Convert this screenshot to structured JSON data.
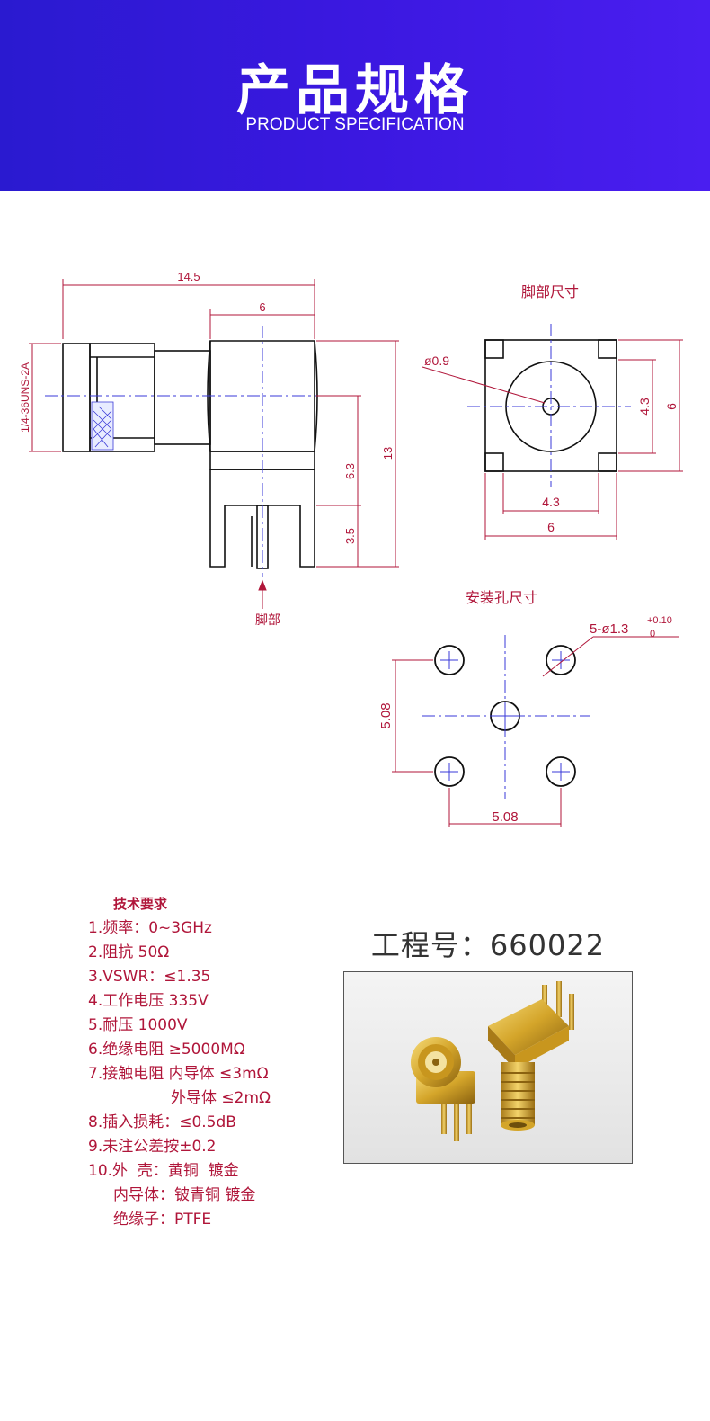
{
  "header": {
    "title": "产品规格",
    "subtitle": "PRODUCT SPECIFICATION"
  },
  "drawing": {
    "side": {
      "dim_total": "14.5",
      "dim_top": "6",
      "dim_height": "13",
      "dim_mid": "6.3",
      "dim_pin": "3.5",
      "thread": "1/4-36UNS-2A",
      "pin_label": "脚部"
    },
    "foot": {
      "title": "脚部尺寸",
      "diameter": "ø0.9",
      "dim_inner_v": "4.3",
      "dim_outer_v": "6",
      "dim_inner_h": "4.3",
      "dim_outer_h": "6"
    },
    "holes": {
      "title": "安装孔尺寸",
      "hole_spec": "5-ø1.3",
      "tol_upper": "+0.10",
      "tol_lower": "0",
      "pitch_v": "5.08",
      "pitch_h": "5.08"
    }
  },
  "specs": {
    "heading": "技术要求",
    "lines": [
      "1.频率：0~3GHz",
      "2.阻抗 50Ω",
      "3.VSWR：≤1.35",
      "4.工作电压 335V",
      "5.耐压 1000V",
      "6.绝缘电阻 ≥5000MΩ",
      "7.接触电阻 内导体 ≤3mΩ",
      "外导体 ≤2mΩ",
      "8.插入损耗：≤0.5dB",
      "9.未注公差按±0.2",
      "10.外  壳：黄铜  镀金",
      "内导体：铍青铜 镀金",
      "绝缘子：PTFE"
    ]
  },
  "part": {
    "label": "工程号：660022"
  },
  "colors": {
    "header_start": "#2a1ad0",
    "header_end": "#4a1ef0",
    "dimension_red": "#b0163a",
    "centerline_blue": "#3a3ad8",
    "gold": "#d4a52a"
  }
}
